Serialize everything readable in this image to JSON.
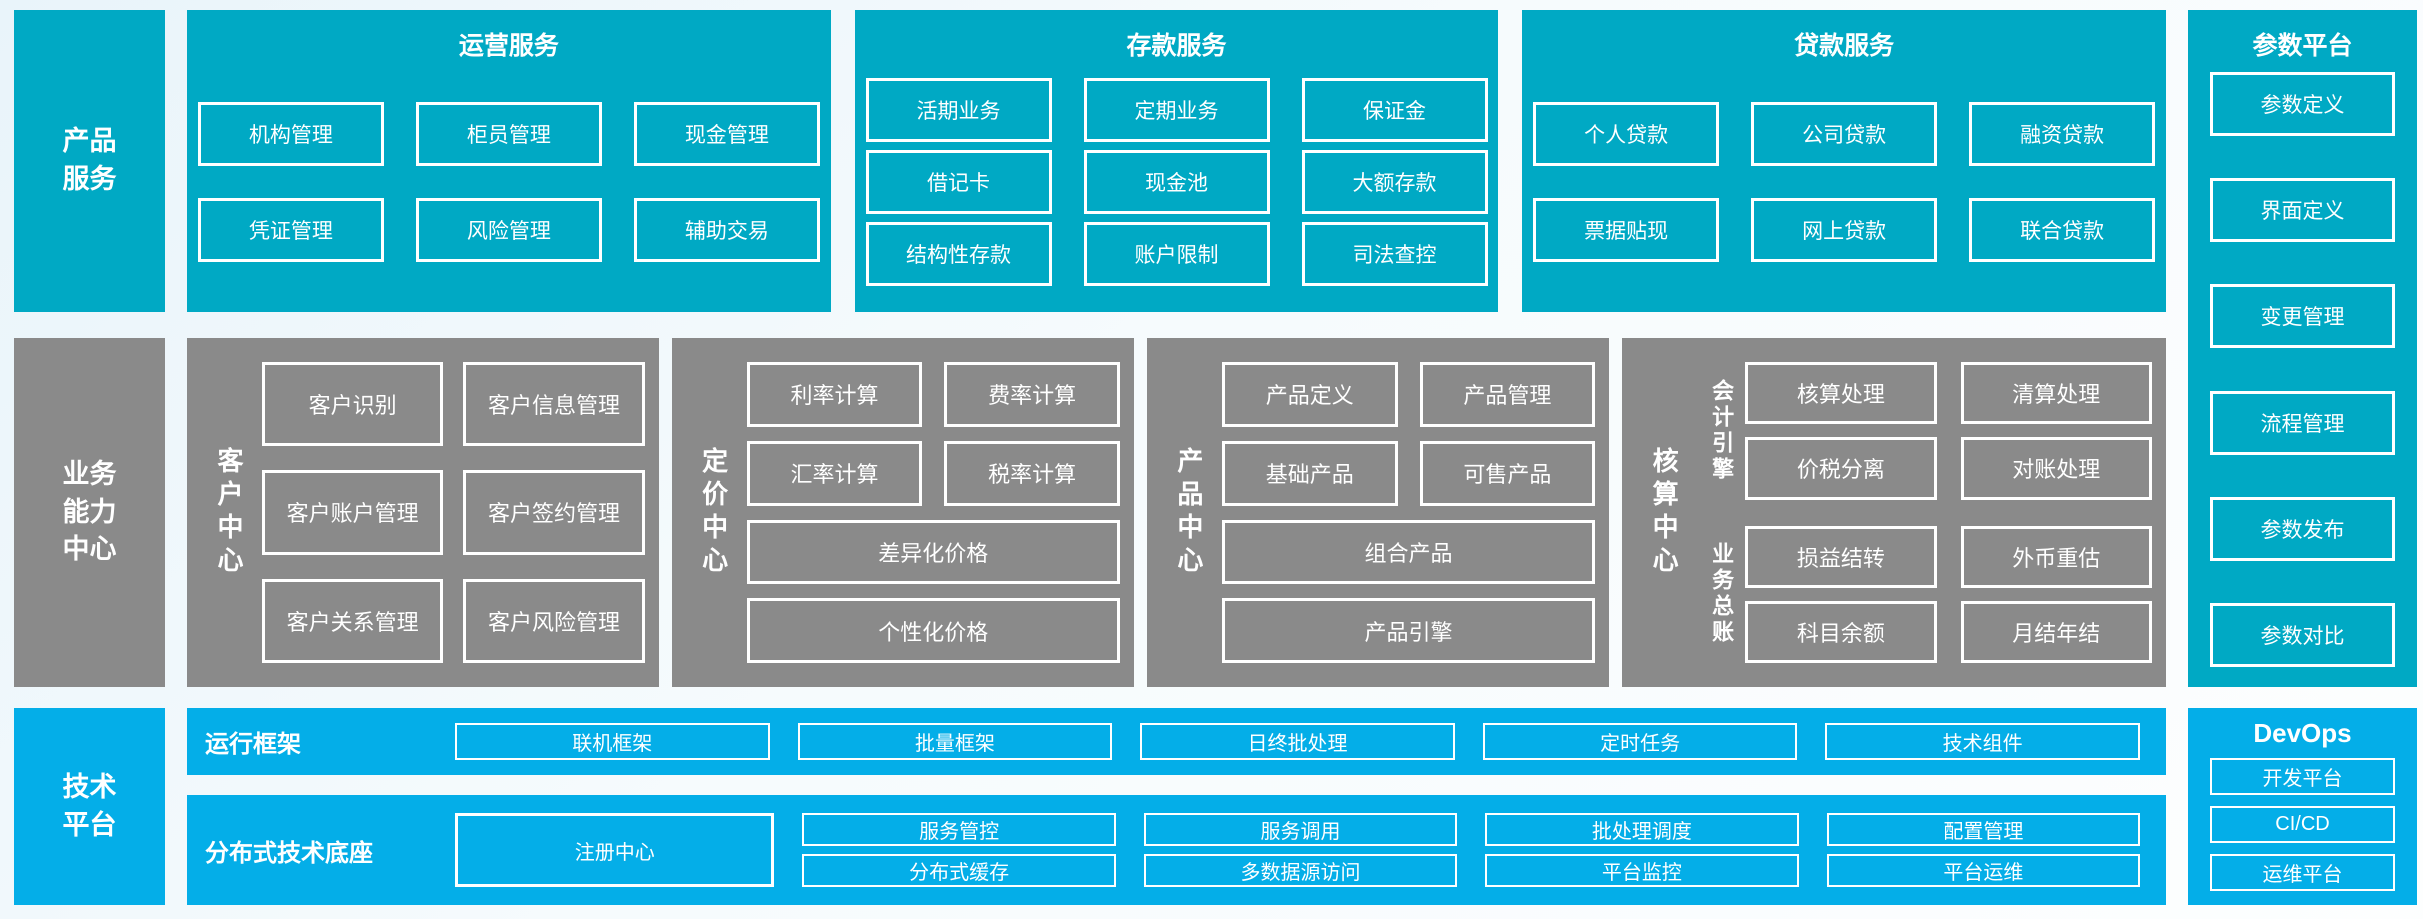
{
  "colors": {
    "teal": "#00a9c4",
    "gray": "#8a8a8a",
    "blue": "#04aee8"
  },
  "left_rail": {
    "product_services": "产品服务",
    "business_capability_center": "业务能力中心",
    "technology_platform": "技术平台"
  },
  "top_row": {
    "operations": {
      "title": "运营服务",
      "items": [
        "机构管理",
        "柜员管理",
        "现金管理",
        "凭证管理",
        "风险管理",
        "辅助交易"
      ]
    },
    "deposit": {
      "title": "存款服务",
      "items": [
        "活期业务",
        "定期业务",
        "保证金",
        "借记卡",
        "现金池",
        "大额存款",
        "结构性存款",
        "账户限制",
        "司法查控"
      ]
    },
    "loan": {
      "title": "贷款服务",
      "items": [
        "个人贷款",
        "公司贷款",
        "融资贷款",
        "票据贴现",
        "网上贷款",
        "联合贷款"
      ]
    }
  },
  "middle_row": {
    "customer_center": {
      "label": "客户中心",
      "items": [
        "客户识别",
        "客户信息管理",
        "客户账户管理",
        "客户签约管理",
        "客户关系管理",
        "客户风险管理"
      ]
    },
    "pricing_center": {
      "label": "定价中心",
      "items": [
        "利率计算",
        "费率计算",
        "汇率计算",
        "税率计算"
      ],
      "wide_items": [
        "差异化价格",
        "个性化价格"
      ]
    },
    "product_center": {
      "label": "产品中心",
      "items": [
        "产品定义",
        "产品管理",
        "基础产品",
        "可售产品"
      ],
      "wide_items": [
        "组合产品",
        "产品引擎"
      ]
    },
    "accounting_center": {
      "label": "核算中心",
      "groups": [
        {
          "label": "会计引擎",
          "items": [
            "核算处理",
            "清算处理",
            "价税分离",
            "对账处理"
          ]
        },
        {
          "label": "业务总账",
          "items": [
            "损益结转",
            "外币重估",
            "科目余额",
            "月结年结"
          ]
        }
      ]
    }
  },
  "param_platform": {
    "title": "参数平台",
    "items": [
      "参数定义",
      "界面定义",
      "变更管理",
      "流程管理",
      "参数发布",
      "参数对比"
    ]
  },
  "bottom_rows": {
    "runtime_framework": {
      "label": "运行框架",
      "items": [
        "联机框架",
        "批量框架",
        "日终批处理",
        "定时任务",
        "技术组件"
      ]
    },
    "distributed_base": {
      "label": "分布式技术底座",
      "tall_item": "注册中心",
      "columns": [
        [
          "服务管控",
          "分布式缓存"
        ],
        [
          "服务调用",
          "多数据源访问"
        ],
        [
          "批处理调度",
          "平台监控"
        ],
        [
          "配置管理",
          "平台运维"
        ]
      ]
    }
  },
  "devops": {
    "title": "DevOps",
    "items": [
      "开发平台",
      "CI/CD",
      "运维平台"
    ]
  }
}
